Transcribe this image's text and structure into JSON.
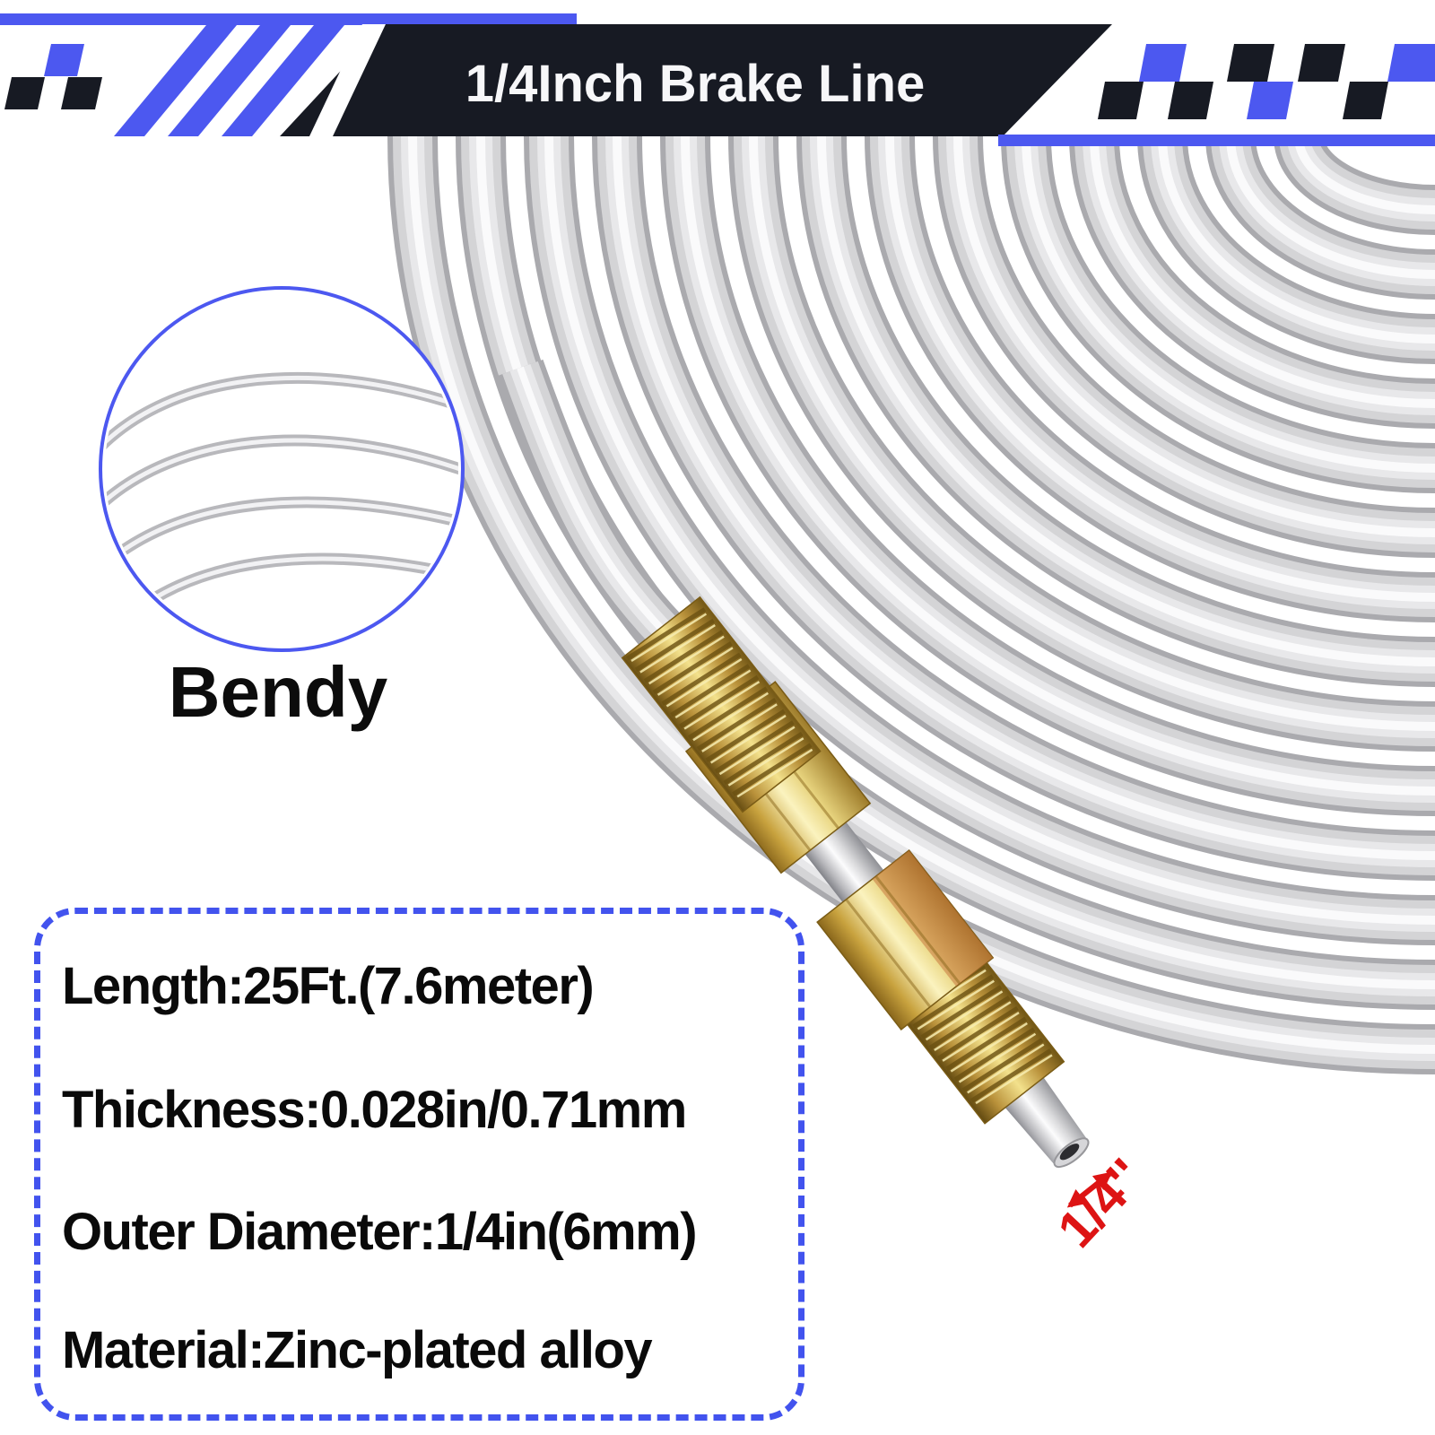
{
  "banner": {
    "title": "1/4Inch Brake Line"
  },
  "inset": {
    "label": "Bendy"
  },
  "spec_box": {
    "lines": [
      "Length:25Ft.(7.6meter)",
      "Thickness:0.028in/0.71mm",
      "Outer Diameter:1/4in(6mm)",
      "Material:Zinc-plated alloy"
    ]
  },
  "annotation": {
    "size_label": "1/4''"
  },
  "colors": {
    "accent_blue": "#4c58f0",
    "box_dash_blue": "#4253ee",
    "banner_dark": "#171a23",
    "annotation_red": "#dd1414",
    "brass_gold": "#d9b554",
    "copper": "#c4703a",
    "tube_silver": "#d6d6d8"
  }
}
